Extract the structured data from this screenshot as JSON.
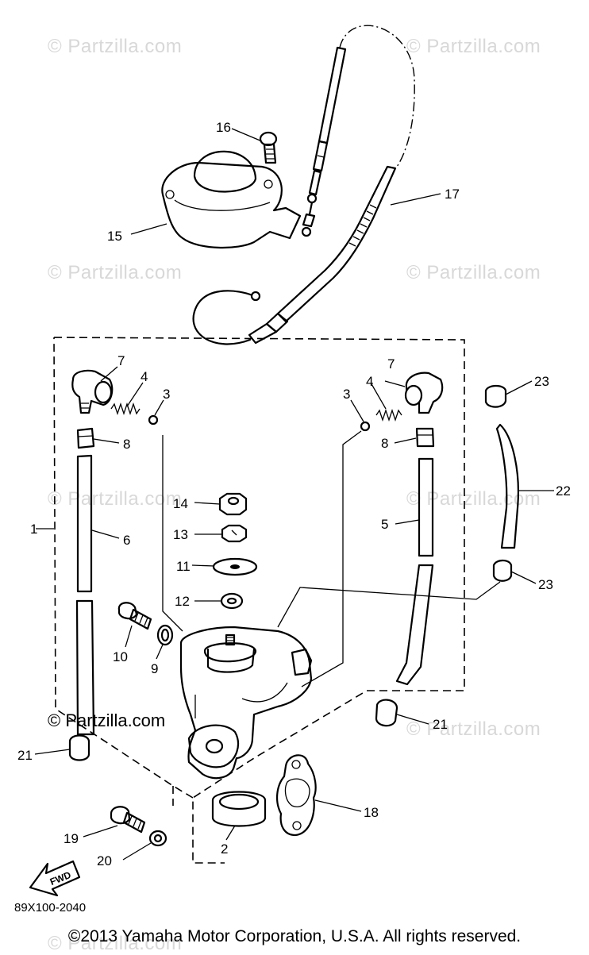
{
  "watermarks": {
    "top_left": "© Partzilla.com",
    "top_right": "© Partzilla.com",
    "mid_left": "© Partzilla.com",
    "mid_right": "© Partzilla.com",
    "lower_left": "© Partzilla.com",
    "lower_right": "© Partzilla.com",
    "bottom_left": "© Partzilla.com",
    "bottom_right": "© Partzilla.com",
    "center_dark": "© Partzilla.com"
  },
  "callouts": {
    "p1": "1",
    "p2": "2",
    "p3a": "3",
    "p3b": "3",
    "p4a": "4",
    "p4b": "4",
    "p5": "5",
    "p6": "6",
    "p7a": "7",
    "p7b": "7",
    "p8a": "8",
    "p8b": "8",
    "p9": "9",
    "p10": "10",
    "p11": "11",
    "p12": "12",
    "p13": "13",
    "p14": "14",
    "p15": "15",
    "p16": "16",
    "p17": "17",
    "p18": "18",
    "p19": "19",
    "p20": "20",
    "p21a": "21",
    "p21b": "21",
    "p22": "22",
    "p23a": "23",
    "p23b": "23"
  },
  "fwd_label": "FWD",
  "diagram_code": "89X100-2040",
  "copyright": "©2013 Yamaha Motor Corporation, U.S.A. All rights reserved."
}
